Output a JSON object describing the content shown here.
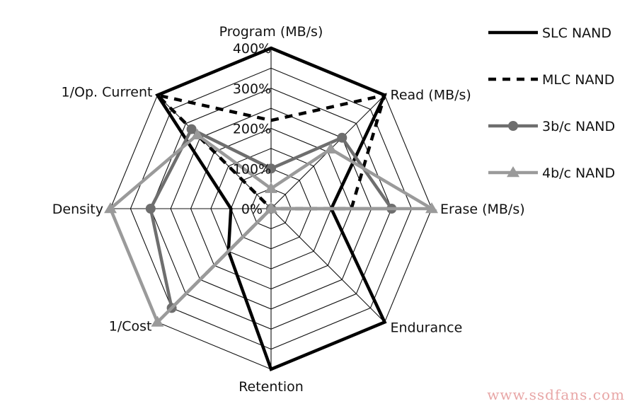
{
  "chart_data": {
    "type": "radar",
    "title": "",
    "axes": [
      "Program (MB/s)",
      "Read (MB/s)",
      "Erase (MB/s)",
      "Endurance",
      "Retention",
      "1/Cost",
      "Density",
      "1/Op. Current"
    ],
    "ticks": [
      "0%",
      "100%",
      "200%",
      "300%",
      "400%"
    ],
    "rmax": 400,
    "series": [
      {
        "name": "SLC NAND",
        "values": [
          400,
          400,
          150,
          400,
          400,
          150,
          100,
          400
        ],
        "color": "#000000",
        "style": "solid",
        "marker": "none"
      },
      {
        "name": "MLC NAND",
        "values": [
          220,
          400,
          200,
          0,
          0,
          250,
          0,
          400
        ],
        "color": "#000000",
        "style": "dashed",
        "marker": "none"
      },
      {
        "name": "3b/c NAND",
        "values": [
          100,
          250,
          300,
          0,
          0,
          350,
          300,
          280
        ],
        "color": "#6e6e6e",
        "style": "solid",
        "marker": "circle"
      },
      {
        "name": "4b/c NAND",
        "values": [
          50,
          210,
          400,
          0,
          0,
          400,
          400,
          260
        ],
        "color": "#9a9a9a",
        "style": "solid",
        "marker": "triangle"
      }
    ]
  },
  "watermark": "www.ssdfans.com"
}
